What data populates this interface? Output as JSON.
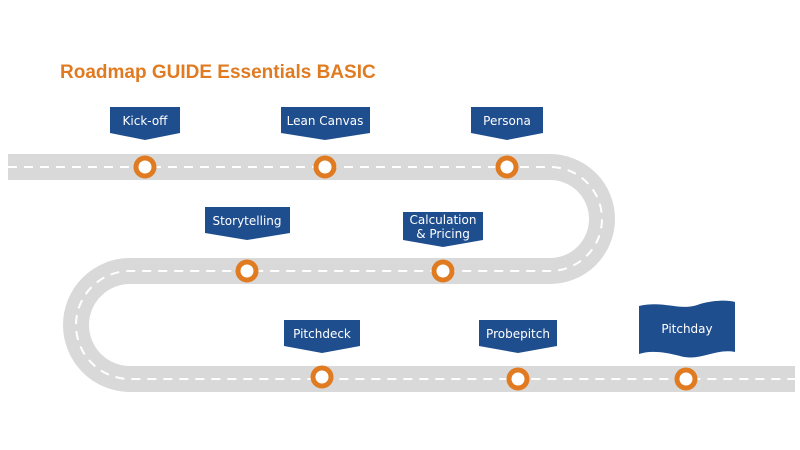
{
  "title": "Roadmap GUIDE Essentials BASIC",
  "colors": {
    "title": "#E07B22",
    "banner": "#1F4E8F",
    "road": "#D9D9D9",
    "milestone": "#E07B22"
  },
  "milestones": [
    {
      "label": "Kick-off"
    },
    {
      "label": "Lean Canvas"
    },
    {
      "label": "Persona"
    },
    {
      "label": "Storytelling"
    },
    {
      "label_line1": "Calculation",
      "label_line2": "& Pricing"
    },
    {
      "label": "Pitchdeck"
    },
    {
      "label": "Probepitch"
    },
    {
      "label": "Pitchday"
    }
  ]
}
